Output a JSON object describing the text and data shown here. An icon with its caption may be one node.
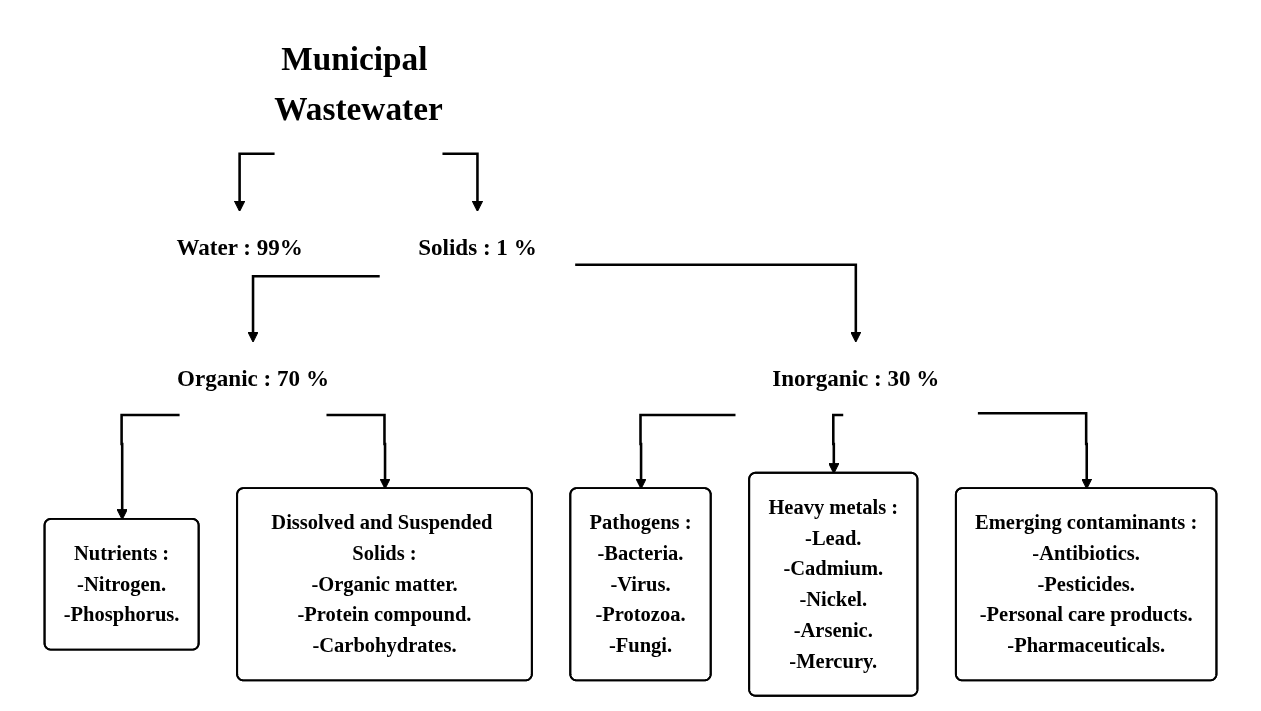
{
  "diagram": {
    "nodes": [
      {
        "text": [
          "Municipal Wastewater"
        ]
      },
      {
        "text": [
          "Water : 99%"
        ]
      },
      {
        "text": [
          "Solids : 1 %"
        ]
      },
      {
        "text": [
          "Organic : 70 %"
        ]
      },
      {
        "text": [
          "Inorganic : 30 %"
        ]
      },
      {
        "text": [
          "Nutrients :",
          "-Nitrogen.",
          "-Phosphorus."
        ]
      },
      {
        "text": [
          "Dissolved and Suspended Solids :",
          "-Organic matter.",
          "-Protein compound.",
          "-Carbohydrates."
        ]
      },
      {
        "text": [
          "Pathogens :",
          "-Bacteria.",
          "-Virus.",
          "-Protozoa.",
          "-Fungi."
        ]
      },
      {
        "text": [
          "Heavy metals :",
          "-Lead.",
          "-Cadmium.",
          "-Nickel.",
          "-Arsenic.",
          "-Mercury."
        ]
      },
      {
        "text": [
          "Emerging contaminants :",
          "-Antibiotics.",
          "-Pesticides.",
          "-Personal care products.",
          "-Pharmaceuticals."
        ]
      }
    ],
    "edges": [
      {
        "from": 0,
        "to": 1,
        "arrow": "to"
      },
      {
        "from": 0,
        "to": 2,
        "arrow": "to"
      },
      {
        "from": 2,
        "to": 3,
        "arrow": "to"
      },
      {
        "from": 2,
        "to": 4,
        "arrow": "to"
      },
      {
        "from": 3,
        "to": 5,
        "arrow": "to"
      },
      {
        "from": 3,
        "to": 6,
        "arrow": "to"
      },
      {
        "from": 4,
        "to": 7,
        "arrow": "to"
      },
      {
        "from": 4,
        "to": 8,
        "arrow": "to"
      },
      {
        "from": 4,
        "to": 9,
        "arrow": "to"
      }
    ]
  }
}
